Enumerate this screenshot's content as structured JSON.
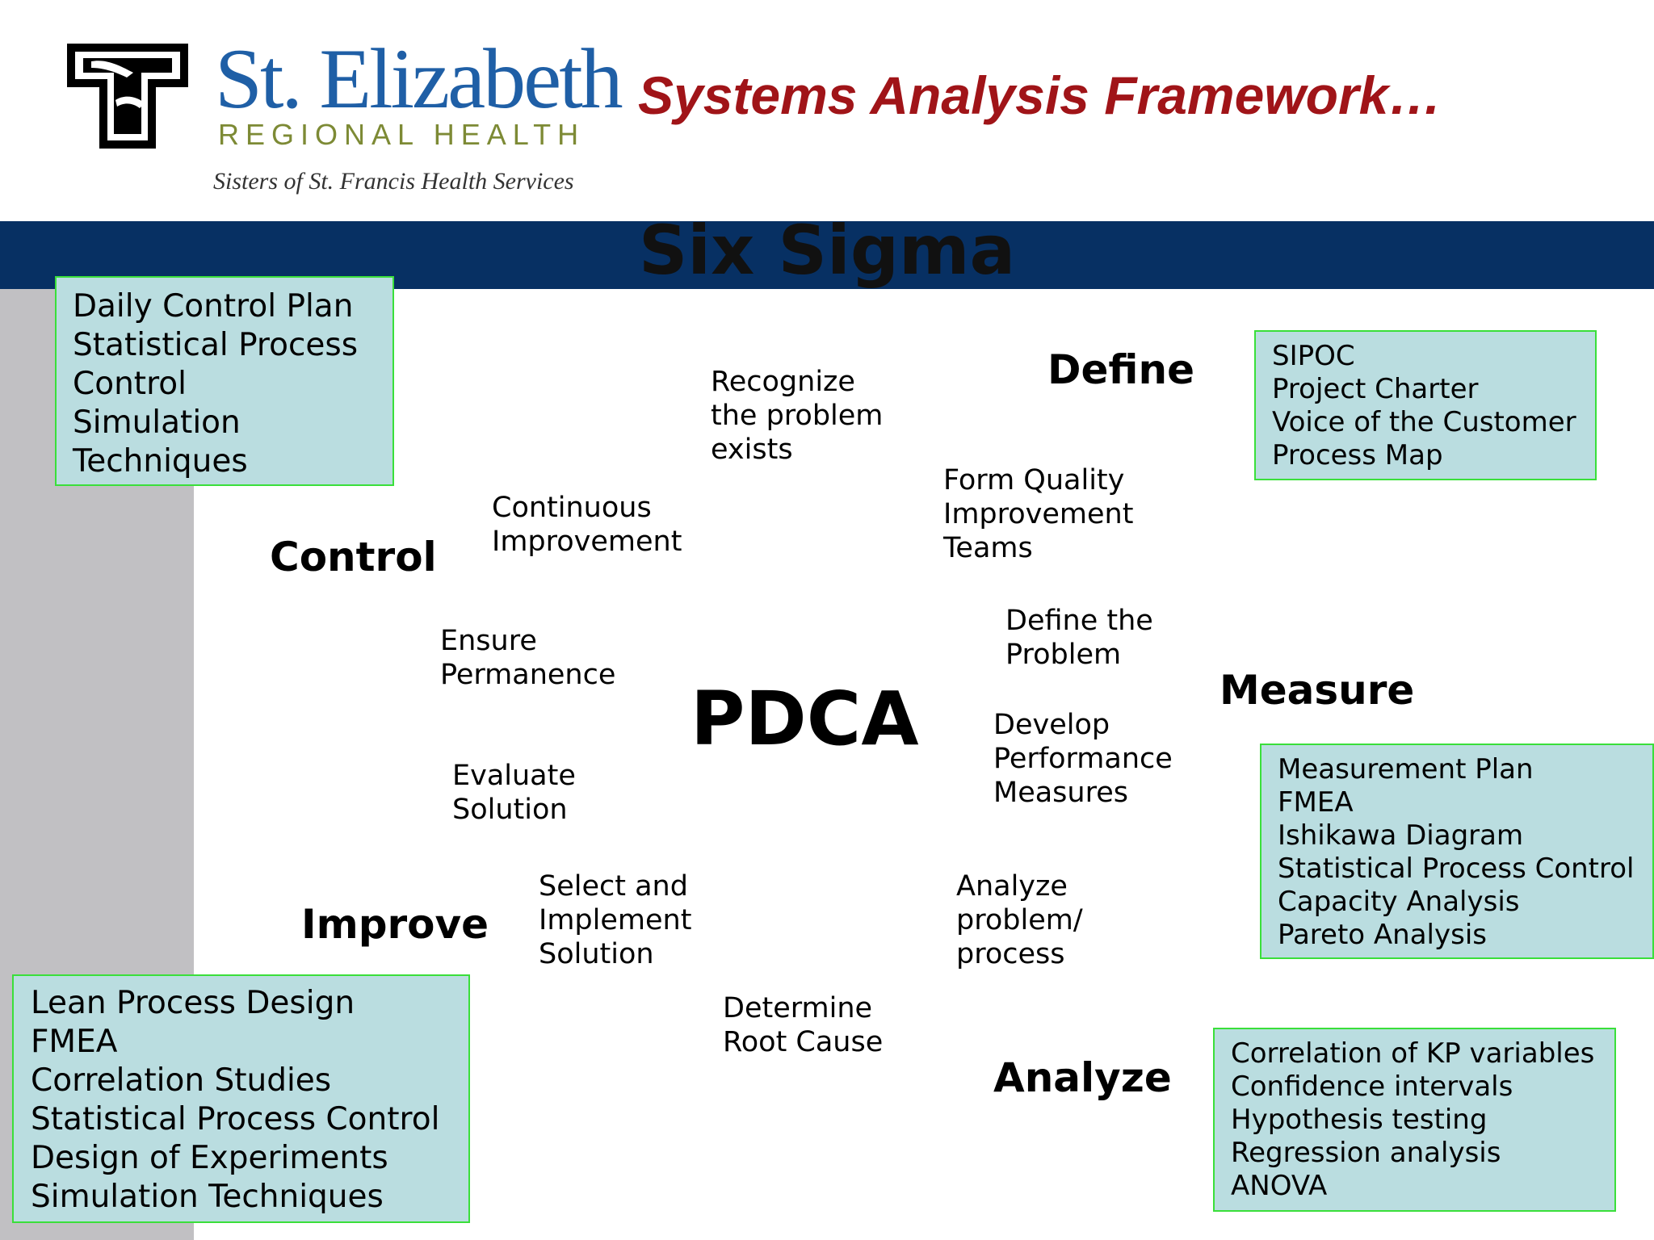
{
  "header": {
    "logo": {
      "name": "St. Elizabeth",
      "subtitle": "REGIONAL HEALTH",
      "tagline": "Sisters of St. Francis Health Services"
    },
    "title": "Systems Analysis Framework…",
    "band_title": "Six Sigma",
    "colors": {
      "title": "#a01418",
      "band": "#073063",
      "logo_blue": "#1f5fa6",
      "logo_olive": "#7d8a35"
    }
  },
  "diagram": {
    "center_label": "PDCA",
    "phases": {
      "define": "Define",
      "measure": "Measure",
      "analyze": "Analyze",
      "improve": "Improve",
      "control": "Control"
    },
    "steps": {
      "recognize": [
        "Recognize",
        "the problem",
        "exists"
      ],
      "form_teams": [
        "Form Quality",
        "Improvement",
        "Teams"
      ],
      "define_problem": [
        "Define the",
        "Problem"
      ],
      "develop_measures": [
        "Develop",
        "Performance",
        "Measures"
      ],
      "analyze_process": [
        "Analyze",
        "problem/",
        "process"
      ],
      "root_cause": [
        "Determine",
        "Root Cause"
      ],
      "select_implement": [
        "Select and",
        "Implement",
        "Solution"
      ],
      "evaluate": [
        "Evaluate",
        "Solution"
      ],
      "ensure": [
        "Ensure",
        "Permanence"
      ],
      "continuous": [
        "Continuous",
        "Improvement"
      ]
    },
    "tool_boxes": {
      "control": [
        "Daily Control Plan",
        "Statistical Process",
        "Control",
        "Simulation",
        "Techniques"
      ],
      "define": [
        "SIPOC",
        "Project Charter",
        "Voice of the Customer",
        "Process Map"
      ],
      "measure": [
        "Measurement Plan",
        "FMEA",
        "Ishikawa Diagram",
        "Statistical Process Control",
        "Capacity Analysis",
        "Pareto Analysis"
      ],
      "improve": [
        "Lean Process Design",
        "FMEA",
        "Correlation Studies",
        "Statistical Process Control",
        "Design of Experiments",
        "Simulation Techniques"
      ],
      "analyze": [
        "Correlation of KP variables",
        "Confidence intervals",
        "Hypothesis testing",
        "Regression analysis",
        "ANOVA"
      ]
    },
    "box_colors": {
      "fill": "#badde0",
      "border": "#3adf3a"
    }
  }
}
